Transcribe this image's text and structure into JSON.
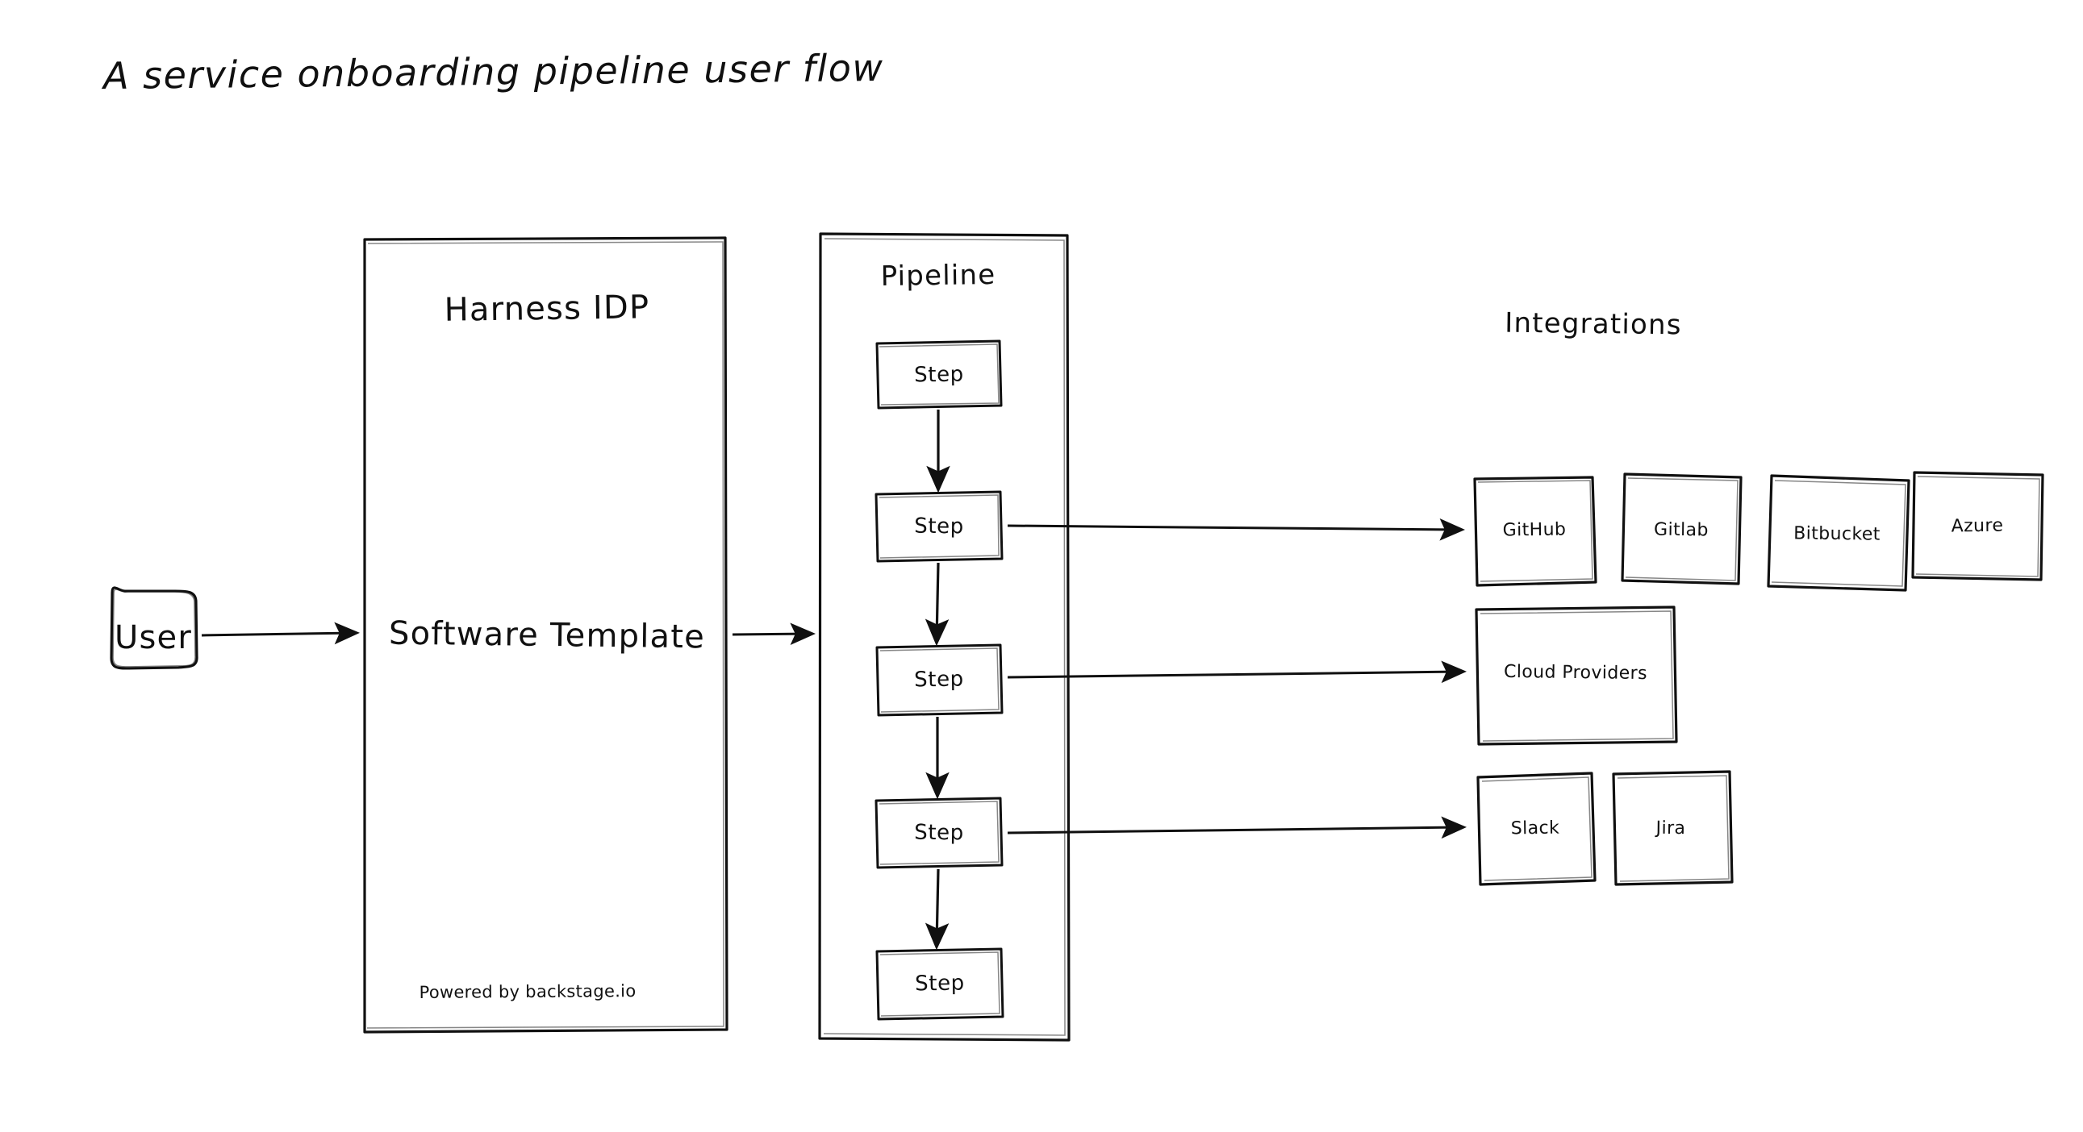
{
  "title": "A service onboarding pipeline user flow",
  "nodes": {
    "user": {
      "label": "User"
    },
    "idp": {
      "title": "Harness IDP",
      "body": "Software Template",
      "footer": "Powered by backstage.io"
    },
    "pipeline": {
      "title": "Pipeline",
      "steps": [
        {
          "label": "Step"
        },
        {
          "label": "Step"
        },
        {
          "label": "Step"
        },
        {
          "label": "Step"
        },
        {
          "label": "Step"
        }
      ]
    },
    "integrations": {
      "title": "Integrations",
      "rows": [
        {
          "items": [
            {
              "label": "GitHub"
            },
            {
              "label": "Gitlab"
            },
            {
              "label": "Bitbucket"
            },
            {
              "label": "Azure"
            }
          ]
        },
        {
          "items": [
            {
              "label": "Cloud Providers"
            }
          ]
        },
        {
          "items": [
            {
              "label": "Slack"
            },
            {
              "label": "Jira"
            }
          ]
        }
      ]
    }
  },
  "colors": {
    "ink": "#101010",
    "background": "#ffffff"
  }
}
